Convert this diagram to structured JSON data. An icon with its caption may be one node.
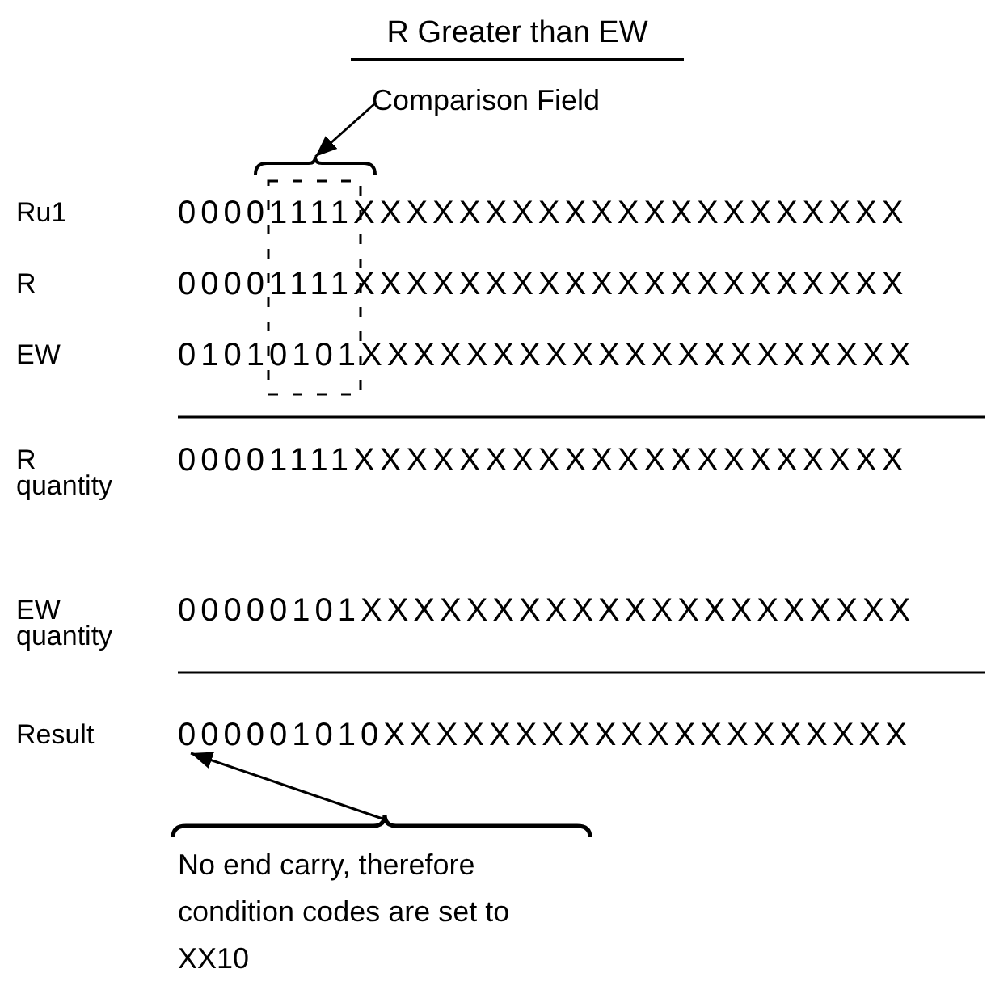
{
  "diagram": {
    "title": "R Greater than EW",
    "nodes": [
      {
        "text": [
          "Comparison Field"
        ]
      },
      {
        "text": [],
        "shape": "brace"
      },
      {
        "text": [
          "No end carry, therefore condition codes are set to XX10"
        ]
      },
      {
        "text": [
          "000001010XXXXXXXXXXXXXXXXXXXX"
        ]
      }
    ],
    "edges": [
      {
        "from": 0,
        "to": 1,
        "arrow": "to"
      },
      {
        "from": 2,
        "to": 3,
        "arrow": "to"
      }
    ],
    "labels": [
      "Ru1",
      "00001111XXXXXXXXXXXXXXXXXXXXX",
      "R",
      "00001111XXXXXXXXXXXXXXXXXXXXX",
      "EW",
      "01010101XXXXXXXXXXXXXXXXXXXXX",
      "R quantity",
      "00001111XXXXXXXXXXXXXXXXXXXXX",
      "EW quantity",
      "00000101XXXXXXXXXXXXXXXXXXXXX",
      "Result"
    ]
  }
}
